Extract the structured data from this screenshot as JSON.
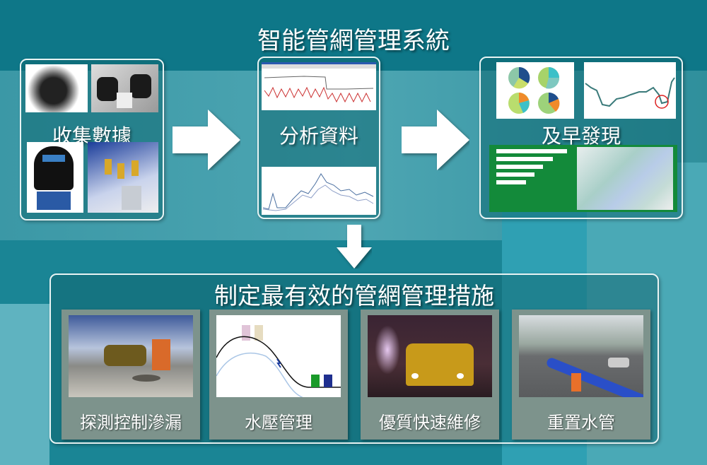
{
  "title": "智能管網管理系統",
  "steps": [
    {
      "label": "收集數據"
    },
    {
      "label": "分析資料"
    },
    {
      "label": "及早發現"
    }
  ],
  "measures": {
    "title": "制定最有效的管網管理措施",
    "items": [
      {
        "label": "探測控制滲漏"
      },
      {
        "label": "水壓管理"
      },
      {
        "label": "優質快速維修"
      },
      {
        "label": "重置水管"
      }
    ]
  },
  "colors": {
    "background": "#167f8f",
    "panel_green": "#138a3a",
    "arrow": "#ffffff"
  },
  "icons": [
    "arrow-right-icon",
    "arrow-down-icon"
  ]
}
